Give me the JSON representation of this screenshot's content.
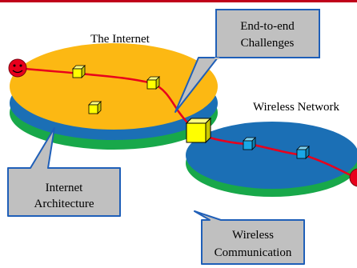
{
  "labels": {
    "internet": "The Internet",
    "wireless_network": "Wireless Network"
  },
  "callouts": {
    "end_to_end": [
      "End-to-end",
      "Challenges"
    ],
    "internet_architecture": [
      "Internet",
      "Architecture"
    ],
    "wireless_communication": [
      "Wireless",
      "Communication"
    ]
  },
  "colors": {
    "top_bar": "#c0001a",
    "internet_top": "#fcb813",
    "internet_mid": "#1b6fb5",
    "internet_bottom": "#18a84a",
    "wireless_top": "#1b6fb5",
    "wireless_bottom": "#18a84a",
    "path": "#e8001c",
    "router_small": "#ffff00",
    "router_blue": "#19a7e6",
    "callout_fill": "#c0c0c0",
    "callout_stroke": "#1f5fb8",
    "endpoint": "#e8001c"
  }
}
